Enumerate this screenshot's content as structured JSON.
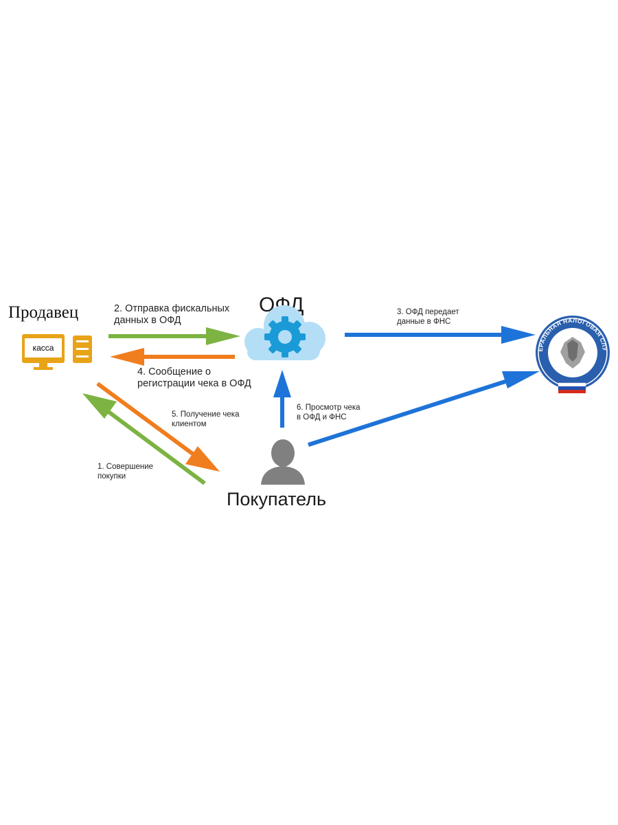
{
  "actors": {
    "seller": "Продавец",
    "kassa": "касса",
    "ofd": "ОФД",
    "buyer": "Покупатель",
    "fns_seal": "ФЕДЕРАЛЬНАЯ НАЛОГОВАЯ СЛУЖБА"
  },
  "steps": {
    "s1": [
      "1. Совершение",
      "покупки"
    ],
    "s2": [
      "2. Отправка фискальных",
      "данных в ОФД"
    ],
    "s3": [
      "3. ОФД передает",
      "данные в ФНС"
    ],
    "s4": [
      "4. Сообщение о",
      "регистрации чека в ОФД"
    ],
    "s5": [
      "5. Получение чека",
      "клиентом"
    ],
    "s6": [
      "6. Просмотр чека",
      "в ОФД и ФНС"
    ]
  },
  "colors": {
    "green": "#7cb342",
    "orange": "#f07d1e",
    "blue": "#1e73d8",
    "kassa": "#e8a317",
    "cloud": "#b3def5",
    "gear": "#1a9bd7",
    "person": "#808080",
    "seal_ring": "#2a5fae"
  },
  "icons": [
    "computer-icon",
    "server-icon",
    "cloud-icon",
    "gear-icon",
    "person-icon",
    "fns-emblem-icon"
  ]
}
